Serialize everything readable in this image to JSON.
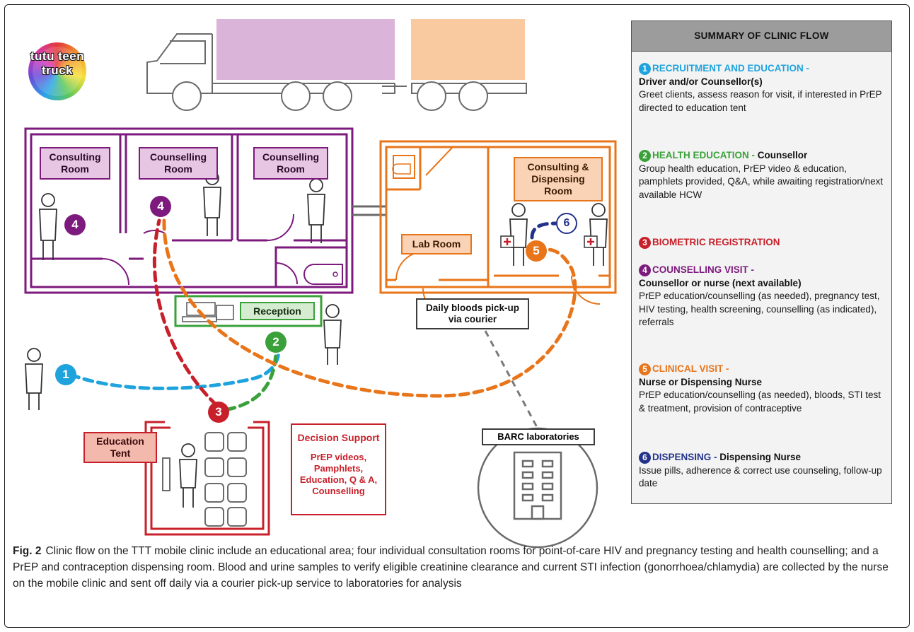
{
  "logo": {
    "text": "tutu teen truck"
  },
  "rooms": {
    "consulting_room": "Consulting Room",
    "counselling_room_1": "Counselling Room",
    "counselling_room_2": "Counselling Room",
    "consulting_dispensing": "Consulting & Dispensing Room",
    "lab_room": "Lab Room",
    "reception": "Reception",
    "education_tent": "Education Tent",
    "daily_bloods": "Daily bloods pick-up via courier",
    "barc": "BARC laboratories"
  },
  "decision_support": {
    "title": "Decision Support",
    "body": "PrEP videos, Pamphlets, Education, Q & A, Counselling"
  },
  "badges": [
    "1",
    "2",
    "3",
    "4",
    "4",
    "5",
    "6"
  ],
  "colors": {
    "purple": "#7d1a7d",
    "orange": "#e8751a",
    "red": "#c8202a",
    "green": "#3aa13a",
    "blue": "#1fa3dd",
    "navy": "#23338c",
    "truck_purple": "#dbb4d9",
    "truck_orange": "#f9c9a0"
  },
  "summary": {
    "heading": "SUMMARY OF CLINIC FLOW",
    "steps": [
      {
        "num": "1",
        "title": "RECRUITMENT AND EDUCATION -",
        "role": "Driver and/or Counsellor(s)",
        "desc": "Greet clients, assess reason for visit, if interested in PrEP directed to education tent",
        "color": "#1fa3dd"
      },
      {
        "num": "2",
        "title": "HEALTH EDUCATION -",
        "role": "Counsellor",
        "desc": "Group health education, PrEP video & education, pamphlets provided, Q&A, while awaiting registration/next available HCW",
        "color": "#3aa13a"
      },
      {
        "num": "3",
        "title": "BIOMETRIC REGISTRATION",
        "role": "",
        "desc": "",
        "color": "#c8202a"
      },
      {
        "num": "4",
        "title": "COUNSELLING VISIT -",
        "role": "Counsellor or nurse (next available)",
        "desc": "PrEP education/counselling (as needed), pregnancy test, HIV testing, health screening, counselling (as indicated), referrals",
        "color": "#7d1a7d"
      },
      {
        "num": "5",
        "title": "CLINICAL VISIT -",
        "role": "Nurse or Dispensing Nurse",
        "desc": "PrEP education/counselling (as needed), bloods, STI test & treatment, provision of contraceptive",
        "color": "#e8751a"
      },
      {
        "num": "6",
        "title": "DISPENSING -",
        "role": "Dispensing Nurse",
        "desc": "Issue pills, adherence & correct use counseling, follow-up date",
        "color": "#23338c"
      }
    ]
  },
  "caption": {
    "label": "Fig. 2",
    "text": "Clinic flow on the TTT mobile clinic include an educational area; four individual consultation rooms for point-of-care HIV and pregnancy testing and health counselling; and a PrEP and contraception dispensing room. Blood and urine samples to verify eligible creatinine clearance and current STI infection (gonorrhoea/chlamydia) are collected by the nurse on the mobile clinic and sent off daily via a courier pick-up service to laboratories for analysis"
  }
}
